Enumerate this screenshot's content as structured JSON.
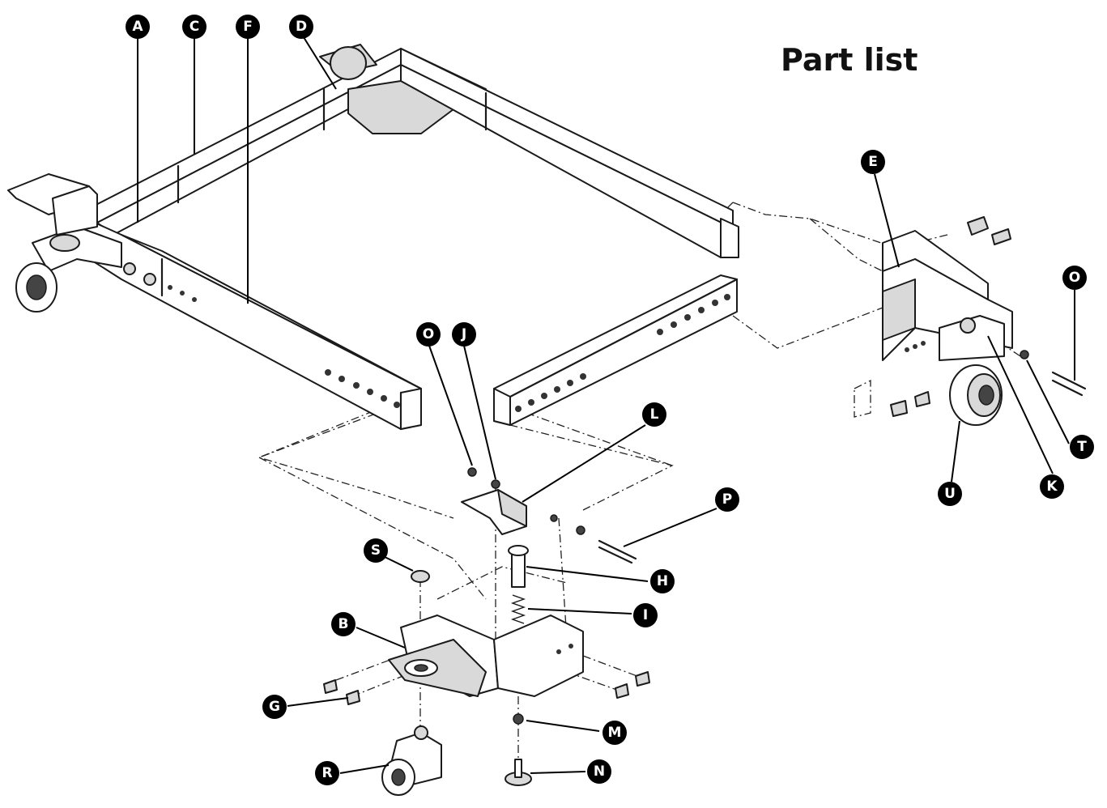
{
  "title": "Part list",
  "callouts": {
    "A": "A",
    "B": "B",
    "C": "C",
    "D": "D",
    "E": "E",
    "F": "F",
    "G": "G",
    "H": "H",
    "I": "I",
    "J": "J",
    "K": "K",
    "L": "L",
    "M": "M",
    "N": "N",
    "O1": "O",
    "O2": "O",
    "P": "P",
    "R": "R",
    "S": "S",
    "T": "T",
    "U": "U"
  }
}
